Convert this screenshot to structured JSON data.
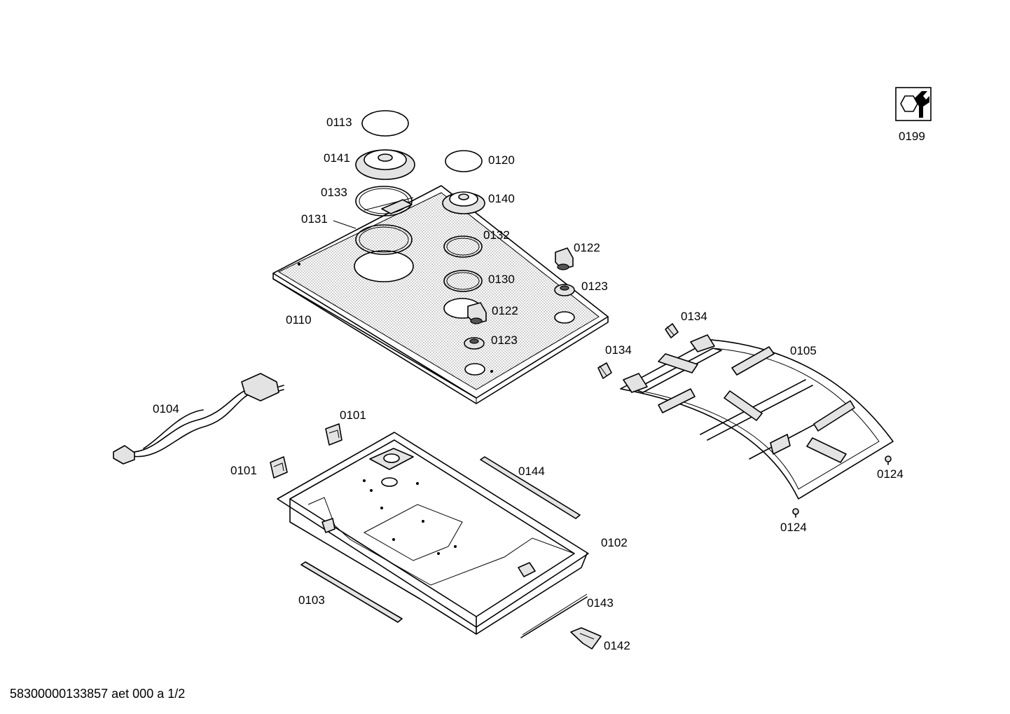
{
  "diagram": {
    "labels": {
      "0113": "0113",
      "0141": "0141",
      "0120": "0120",
      "0133": "0133",
      "0140": "0140",
      "0131": "0131",
      "0132": "0132",
      "0122a": "0122",
      "0123a": "0123",
      "0130": "0130",
      "0122b": "0122",
      "0110": "0110",
      "0123b": "0123",
      "0134a": "0134",
      "0134b": "0134",
      "0105": "0105",
      "0104": "0104",
      "0101a": "0101",
      "0101b": "0101",
      "0144": "0144",
      "0124a": "0124",
      "0124b": "0124",
      "0102": "0102",
      "0103": "0103",
      "0143": "0143",
      "0142": "0142",
      "0199": "0199"
    },
    "footer": "58300000133857 aet 000 a 1/2"
  }
}
